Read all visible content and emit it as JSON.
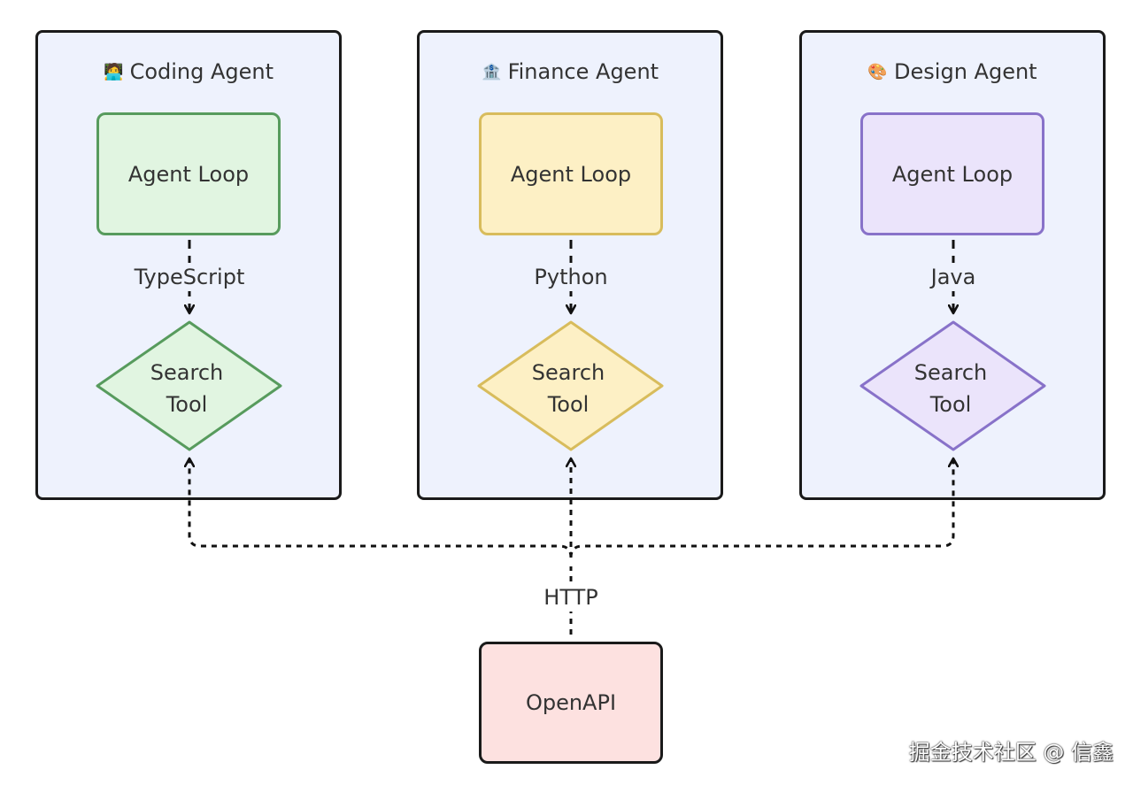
{
  "agents": [
    {
      "title": "Coding Agent",
      "emoji": "🧑‍💻",
      "loop_label": "Agent Loop",
      "language": "TypeScript",
      "tool_label": "Search Tool",
      "tool_line1": "Search",
      "tool_line2": "Tool",
      "theme_fill": "#e1f5e1",
      "theme_stroke": "#579b5d"
    },
    {
      "title": "Finance Agent",
      "emoji": "🏦",
      "loop_label": "Agent Loop",
      "language": "Python",
      "tool_label": "Search Tool",
      "tool_line1": "Search",
      "tool_line2": "Tool",
      "theme_fill": "#fdf0c5",
      "theme_stroke": "#d8bc5c"
    },
    {
      "title": "Design Agent",
      "emoji": "🎨",
      "loop_label": "Agent Loop",
      "language": "Java",
      "tool_label": "Search Tool",
      "tool_line1": "Search",
      "tool_line2": "Tool",
      "theme_fill": "#ebe4fb",
      "theme_stroke": "#8872c9"
    }
  ],
  "connection": {
    "label": "HTTP",
    "style": "dashed"
  },
  "source": {
    "label": "OpenAPI",
    "fill": "#fde1e0"
  },
  "panel_fill": "#eef2fd",
  "watermark": "掘金技术社区 @ 信鑫"
}
